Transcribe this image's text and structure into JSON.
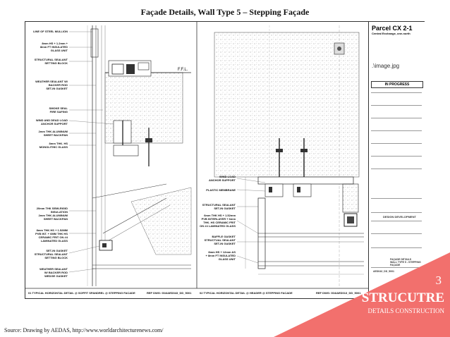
{
  "page_title": "Façade Details, Wall Type 5 – Stepping Façade",
  "ffl_label": "F.F.L.",
  "left_labels": [
    "LINE OF STEEL MULLION",
    "8mm HS + 1.2mm +\n8mm FT INSULATED\nGLASS UNIT",
    "STRUCTURAL SEALANT\nSETTING BLOCK",
    "WEATHER SEALANT W/\nBACKER ROD\nSET-IN GASKET",
    "SMOKE SEAL\nFIRE SAFING",
    "WIND AND DEAD LOAD\nANCHOR SUPPORT",
    "2mm THK ALUMINUM\nSHEET BACKPAN",
    "8mm THK. HS\nMONOLITHIC GLASS",
    "20mm THK SEMI-RIGID\nINSULATION\n2mm THK ALUMINUM\nSHEET BACKPAN",
    "8mm THK HS + 1.52MM\nPVB INT. + 6MM THK HS\nCERAMIC FRIT ON #4\nLAMINATED GLASS",
    "SET-IN GASKET\nSTRUCTURAL SEALANT\nSETTING BLOCK",
    "WEATHER SEALANT\nW/ BACKER ROD\nWEDGE GASKET"
  ],
  "right_labels": [
    "WIND LOAD\nANCHOR SUPPORT",
    "PLASTIC MEMBRANE",
    "STRUCTURAL SEALANT\nSET-IN GASKET",
    "6mm THK HS + 1.52mm\nPVB INTERLAYER + 6mm\nTHK. HS CERAMIC FRIT\nON #4 LAMINATED GLASS",
    "BAFFLE GASKET\nSTRUCTUAL SEALANT\nSET-IN GASKET",
    "8mm HS + 12mm AS\n+ 8mm FT INSULATED\nGLASS UNIT"
  ],
  "footer_left": "01  TYPICAL HORIZONTAL DETAIL @ SOFFIT SPANDREL @ STEPPING FACADE",
  "footer_left_ref": "REF DWG: 004/AED043_DD_5001",
  "footer_right": "02  TYPICAL HORIZONTAL DETAIL @ HEADER @ STEPPING FACADE",
  "footer_right_ref": "REF DWG: 004/AED013_DD_5001",
  "title_block": {
    "parcel": "Parcel CX 2-1",
    "subtitle": "Central Exchange, one-north",
    "image_placeholder": ".\\image.jpg",
    "status": "IN PROGRESS",
    "development": "DESIGN DEVELOPMENT",
    "drawing_title": "FAÇADE DETAILS\nWALL TYPE 5 - STEPPING FAÇADE",
    "drawing_no": "AED043_DD_5001"
  },
  "right_panel": {
    "number": "3",
    "heading": "STRUCUTRE",
    "subheading": "DETAILS CONSTRUCTION",
    "accent_color": "#f2706d"
  },
  "source": "Source: Drawing by AEDAS, http://www.worldarchitecturenews.com/"
}
